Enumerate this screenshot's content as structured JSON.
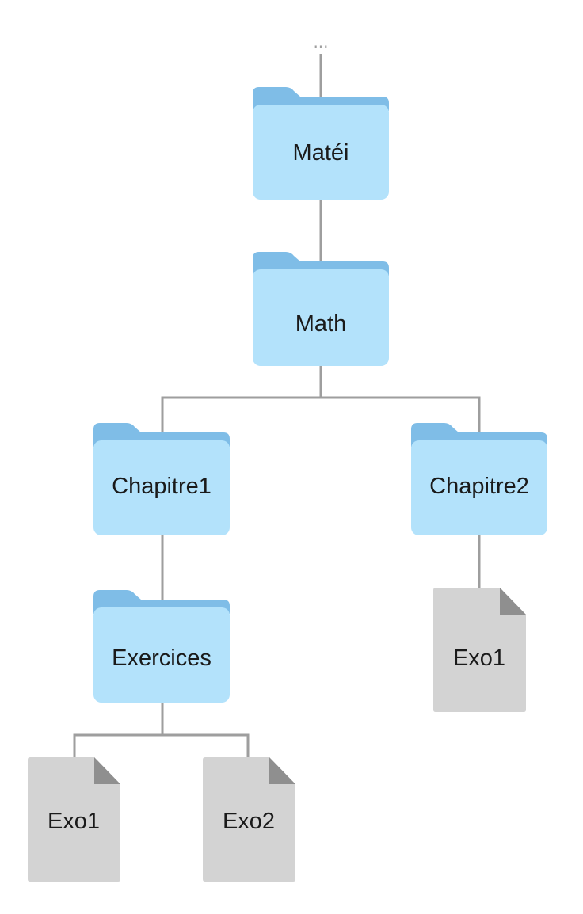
{
  "tree": {
    "root_ellipsis": "...",
    "nodes": [
      {
        "id": "matei",
        "kind": "folder",
        "label": "Matéi"
      },
      {
        "id": "math",
        "kind": "folder",
        "label": "Math"
      },
      {
        "id": "chapitre1",
        "kind": "folder",
        "label": "Chapitre1"
      },
      {
        "id": "chapitre2",
        "kind": "folder",
        "label": "Chapitre2"
      },
      {
        "id": "exercices",
        "kind": "folder",
        "label": "Exercices"
      },
      {
        "id": "chapitre2-exo1",
        "kind": "file",
        "label": "Exo1"
      },
      {
        "id": "exercices-exo1",
        "kind": "file",
        "label": "Exo1"
      },
      {
        "id": "exercices-exo2",
        "kind": "file",
        "label": "Exo2"
      }
    ],
    "edges": [
      [
        "matei",
        "math"
      ],
      [
        "math",
        "chapitre1"
      ],
      [
        "math",
        "chapitre2"
      ],
      [
        "chapitre1",
        "exercices"
      ],
      [
        "chapitre2",
        "chapitre2-exo1"
      ],
      [
        "exercices",
        "exercices-exo1"
      ],
      [
        "exercices",
        "exercices-exo2"
      ]
    ]
  },
  "colors": {
    "folder_front": "#b3e2fb",
    "folder_back": "#7fbde7",
    "file_body": "#d3d3d3",
    "file_corner": "#8f8f8f",
    "connector": "#9e9e9e"
  }
}
